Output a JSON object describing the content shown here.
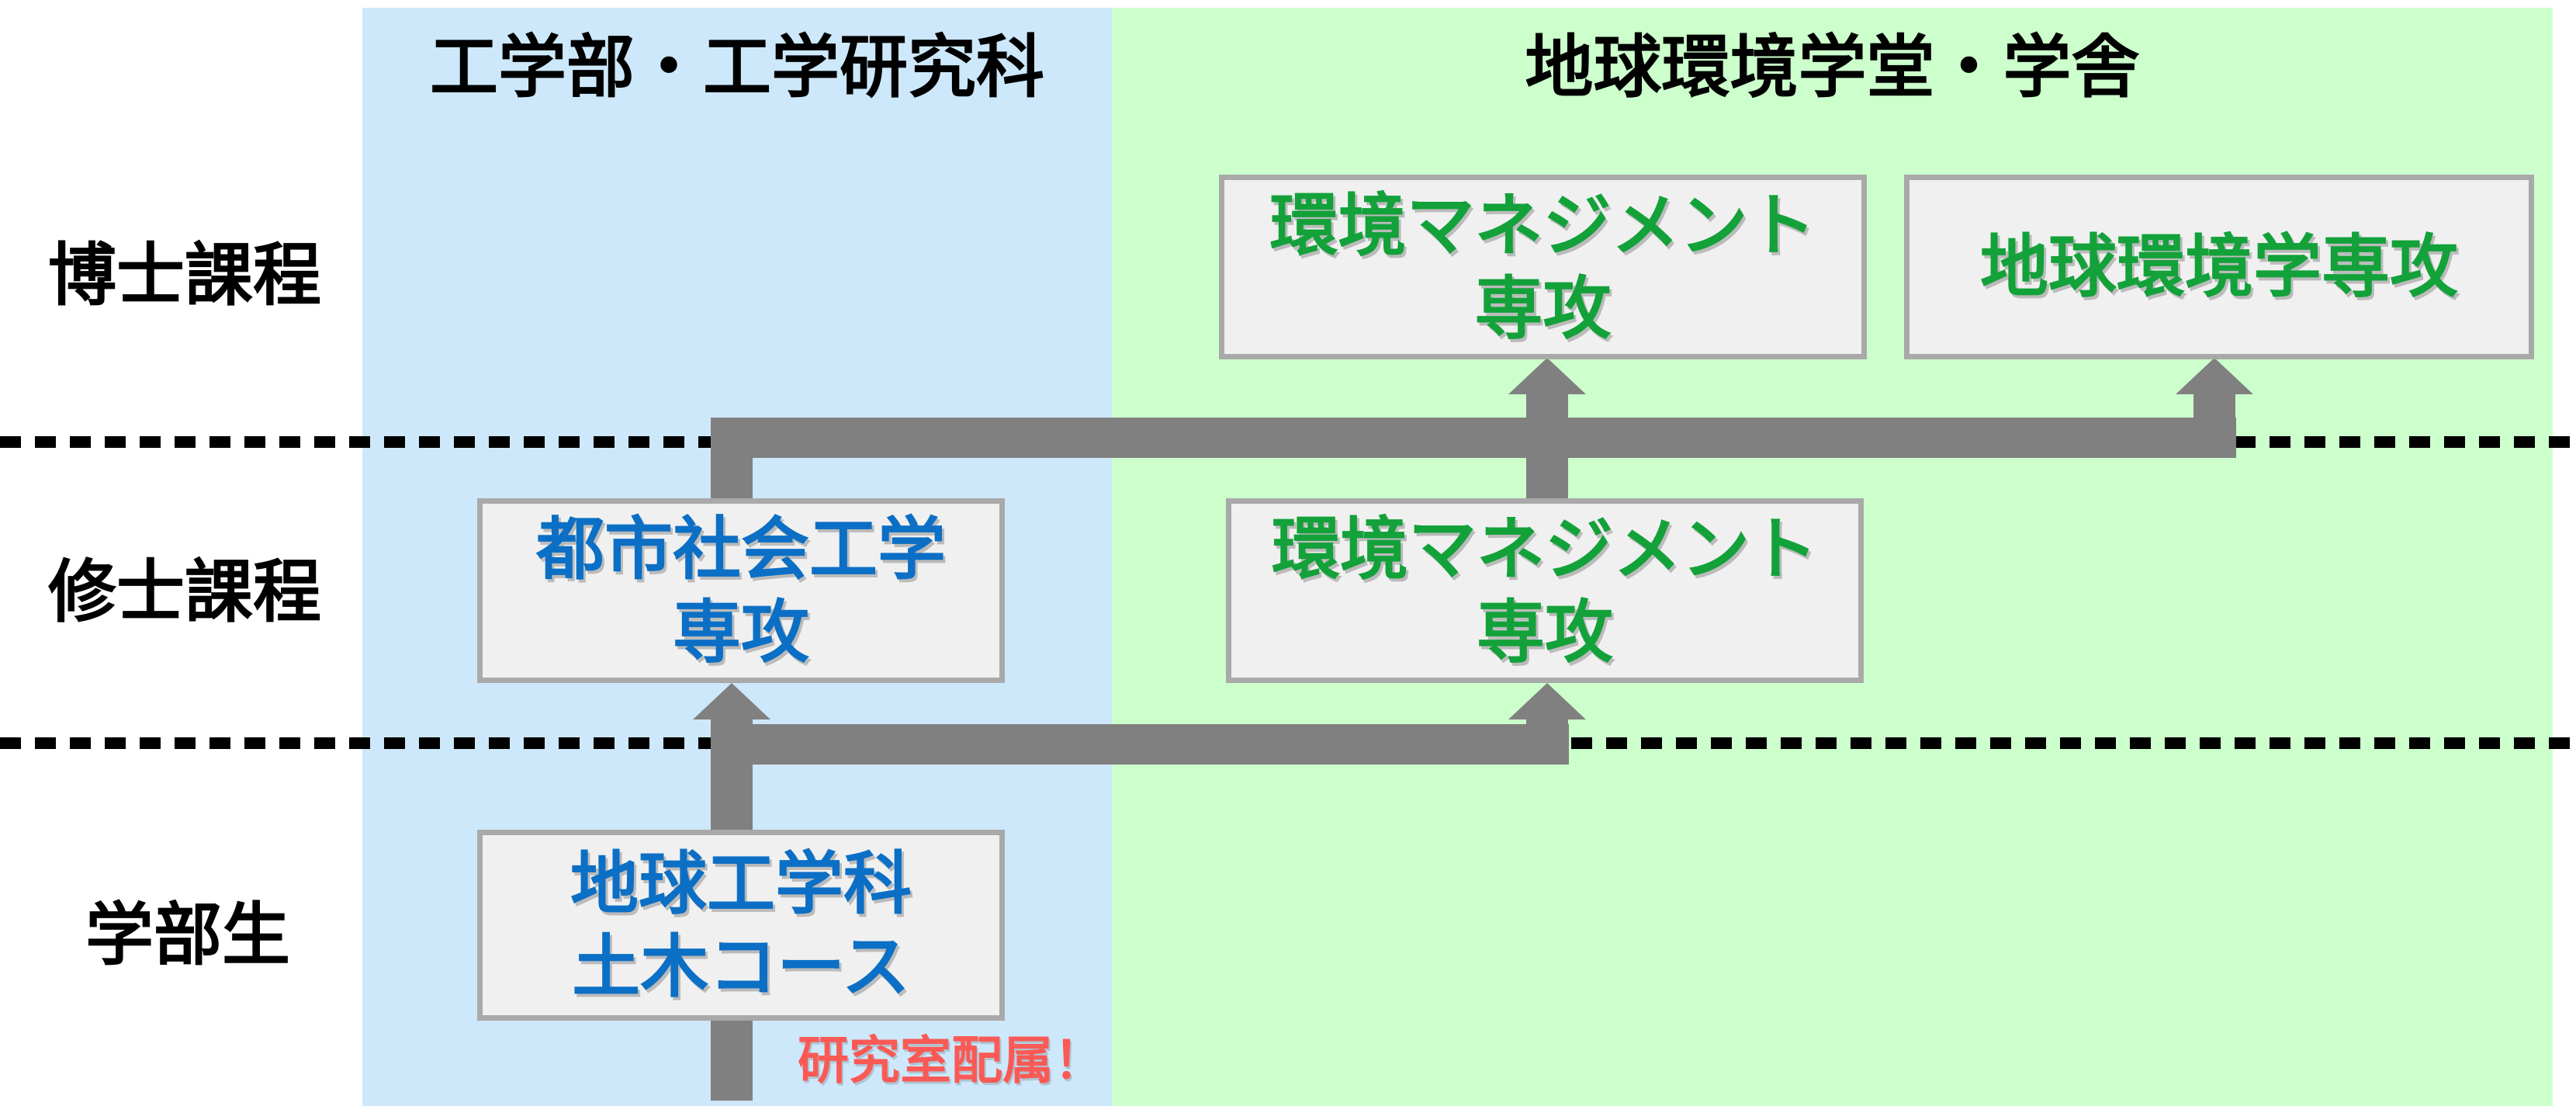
{
  "headers": {
    "engineering": "工学部・工学研究科",
    "global_env": "地球環境学堂・学舎"
  },
  "row_labels": {
    "doctoral": "博士課程",
    "master": "修士課程",
    "undergraduate": "学部生"
  },
  "boxes": {
    "doctoral_env_mgmt": {
      "line1": "環境マネジメント",
      "line2": "専攻"
    },
    "doctoral_global_env": {
      "line1": "地球環境学専攻",
      "line2": ""
    },
    "master_urban": {
      "line1": "都市社会工学",
      "line2": "専攻"
    },
    "master_env_mgmt": {
      "line1": "環境マネジメント",
      "line2": "専攻"
    },
    "undergrad_civil": {
      "line1": "地球工学科",
      "line2": "土木コース"
    }
  },
  "annotation": {
    "lab_assignment": "研究室配属！"
  },
  "colors": {
    "engineering_region_bg": "#cde8fa",
    "global_env_region_bg": "#ccffcc",
    "box_fill": "#f0f0f0",
    "box_border": "#a9a9a9",
    "arrow_gray": "#808080",
    "green_text": "#13a13a",
    "blue_text": "#0b6fc5",
    "red_text": "#fa5a55",
    "black_text": "#000000"
  }
}
